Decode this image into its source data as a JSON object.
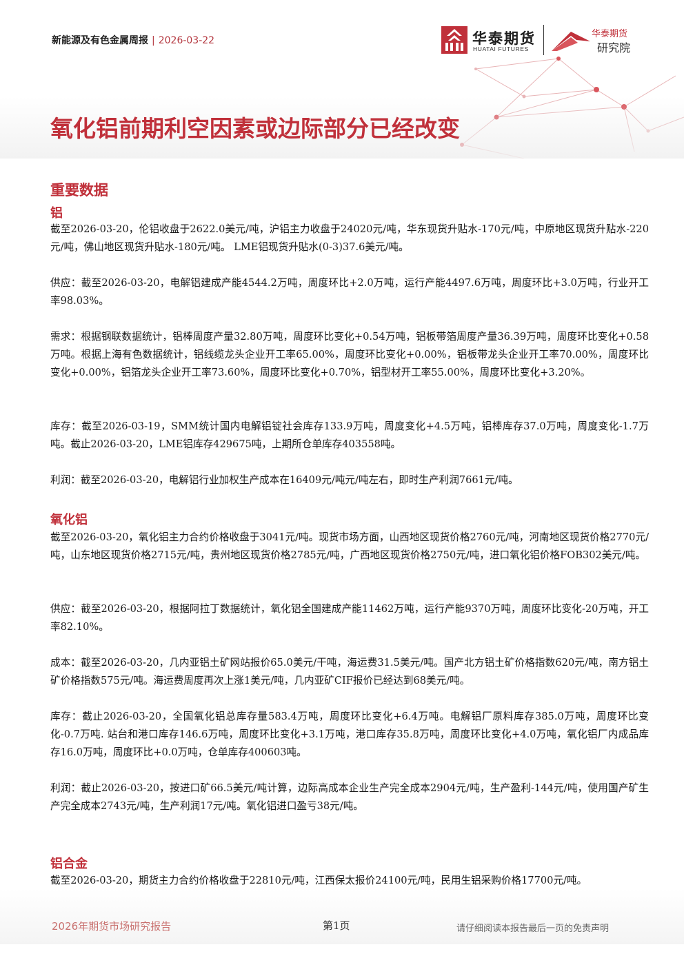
{
  "header": {
    "report_name": "新能源及有色金属周报",
    "separator": "|",
    "date": "2026-03-22"
  },
  "logo": {
    "company_cn": "华泰期货",
    "company_en": "HUATAI FUTURES",
    "institute_line1": "华泰期货",
    "institute_line2": "研究院"
  },
  "title": "氧化铝前期利空因素或边际部分已经改变",
  "section_heading": "重要数据",
  "aluminum": {
    "heading": "铝",
    "p1": "截至2026-03-20，伦铝收盘于2622.0美元/吨，沪铝主力收盘于24020元/吨，华东现货升贴水-170元/吨，中原地区现货升贴水-220元/吨，佛山地区现货升贴水-180元/吨。 LME铝现货升贴水(0-3)37.6美元/吨。",
    "p2": "供应：截至2026-03-20，电解铝建成产能4544.2万吨，周度环比+2.0万吨，运行产能4497.6万吨，周度环比+3.0万吨，行业开工率98.03%。",
    "p3": "需求：根据钢联数据统计，铝棒周度产量32.80万吨，周度环比变化+0.54万吨，铝板带箔周度产量36.39万吨，周度环比变化+0.58万吨。根据上海有色数据统计，铝线缆龙头企业开工率65.00%，周度环比变化+0.00%，铝板带龙头企业开工率70.00%，周度环比变化+0.00%，铝箔龙头企业开工率73.60%，周度环比变化+0.70%，铝型材开工率55.00%，周度环比变化+3.20%。",
    "p4": "库存：截至2026-03-19，SMM统计国内电解铝锭社会库存133.9万吨，周度变化+4.5万吨，铝棒库存37.0万吨，周度变化-1.7万吨。截止2026-03-20，LME铝库存429675吨，上期所仓单库存403558吨。",
    "p5": "利润：截至2026-03-20，电解铝行业加权生产成本在16409元/吨元/吨左右，即时生产利润7661元/吨。"
  },
  "alumina": {
    "heading": "氧化铝",
    "p1": "截至2026-03-20，氧化铝主力合约价格收盘于3041元/吨。现货市场方面，山西地区现货价格2760元/吨，河南地区现货价格2770元/吨，山东地区现货价格2715元/吨，贵州地区现货价格2785元/吨，广西地区现货价格2750元/吨，进口氧化铝价格FOB302美元/吨。",
    "p2": "供应：截至2026-03-20，根据阿拉丁数据统计，氧化铝全国建成产能11462万吨，运行产能9370万吨，周度环比变化-20万吨，开工率82.10%。",
    "p3": "成本：截至2026-03-20，几内亚铝土矿网站报价65.0美元/干吨，海运费31.5美元/吨。国产北方铝土矿价格指数620元/吨，南方铝土矿价格指数575元/吨。海运费周度再次上涨1美元/吨，几内亚矿CIF报价已经达到68美元/吨。",
    "p4": "库存：截止2026-03-20，全国氧化铝总库存量583.4万吨，周度环比变化+6.4万吨。电解铝厂原料库存385.0万吨，周度环比变化-0.7万吨. 站台和港口库存146.6万吨，周度环比变化+3.1万吨，港口库存35.8万吨，周度环比变化+4.0万吨，氧化铝厂内成品库存16.0万吨，周度环比+0.0万吨，仓单库存400603吨。",
    "p5": "利润：截止2026-03-20，按进口矿66.5美元/吨计算，边际高成本企业生产完全成本2904元/吨，生产盈利-144元/吨，使用国产矿生产完全成本2743元/吨，生产利润17元/吨。氧化铝进口盈亏38元/吨。"
  },
  "alloy": {
    "heading": "铝合金",
    "p1": "截至2026-03-20，期货主力合约价格收盘于22810元/吨，江西保太报价24100元/吨，民用生铝采购价格17700元/吨。"
  },
  "footer": {
    "left": "2026年期货市场研究报告",
    "page": "第1页",
    "right": "请仔细阅读本报告最后一页的免责声明"
  },
  "colors": {
    "accent": "#c0303a",
    "body_text": "#1a1a1a"
  }
}
